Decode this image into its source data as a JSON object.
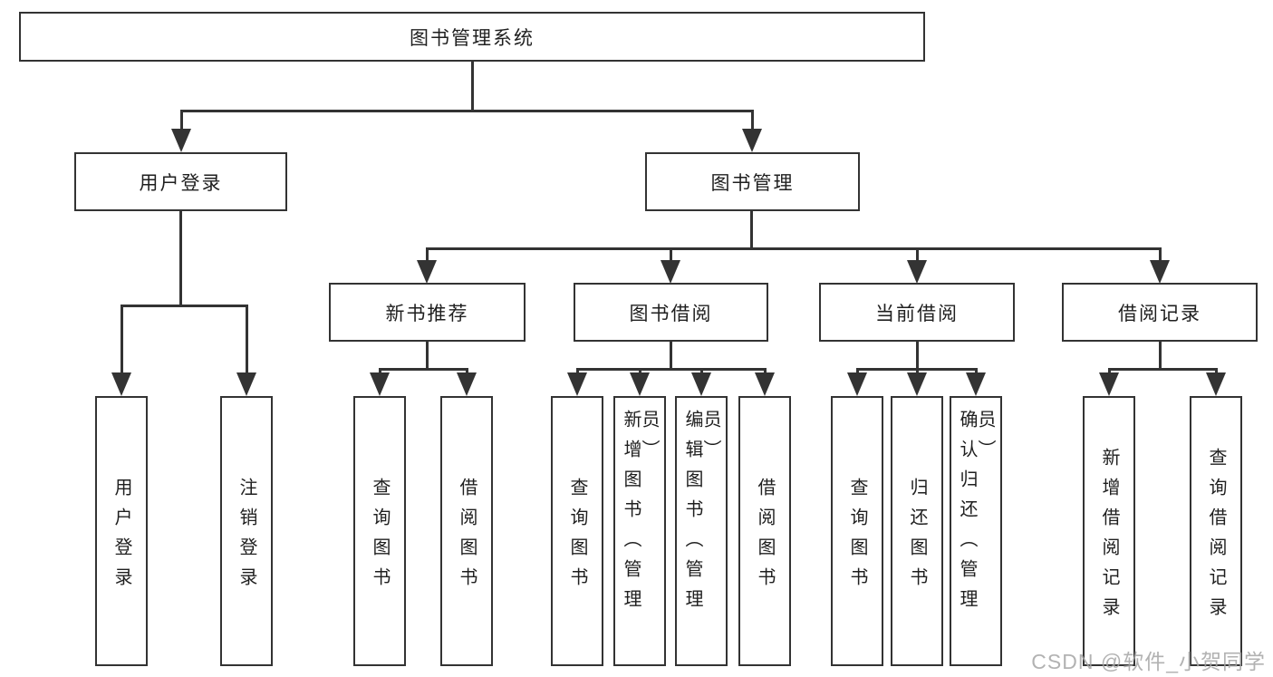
{
  "diagram": {
    "root": "图书管理系统",
    "branches": [
      {
        "label": "用户登录",
        "children": [
          "用户登录",
          "注销登录"
        ]
      },
      {
        "label": "图书管理",
        "children": [
          {
            "label": "新书推荐",
            "children": [
              "查询图书",
              "借阅图书"
            ]
          },
          {
            "label": "图书借阅",
            "children": [
              "查询图书",
              "新增图书（管理员）",
              "编辑图书（管理员）",
              "借阅图书"
            ]
          },
          {
            "label": "当前借阅",
            "children": [
              "查询图书",
              "归还图书",
              "确认归还（管理员）"
            ]
          },
          {
            "label": "借阅记录",
            "children": [
              "新增借阅记录",
              "查询借阅记录"
            ]
          }
        ]
      }
    ]
  },
  "watermark": {
    "text": "CSDN @软件_小贺同学"
  },
  "colors": {
    "line": "#333333",
    "text": "#1f1f1f",
    "background": "#ffffff",
    "watermark": "#a5a5a5"
  }
}
